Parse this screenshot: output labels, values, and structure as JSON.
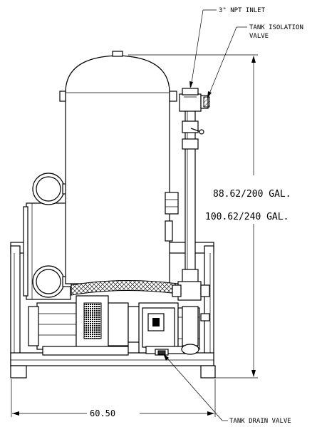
{
  "callouts": {
    "inlet": "3\" NPT INLET",
    "isolation_line1": "TANK ISOLATION",
    "isolation_line2": "VALVE",
    "drain": "TANK DRAIN VALVE"
  },
  "dimensions": {
    "height_line1": "88.62/200 GAL.",
    "height_line2": "100.62/240 GAL.",
    "width": "60.50"
  }
}
